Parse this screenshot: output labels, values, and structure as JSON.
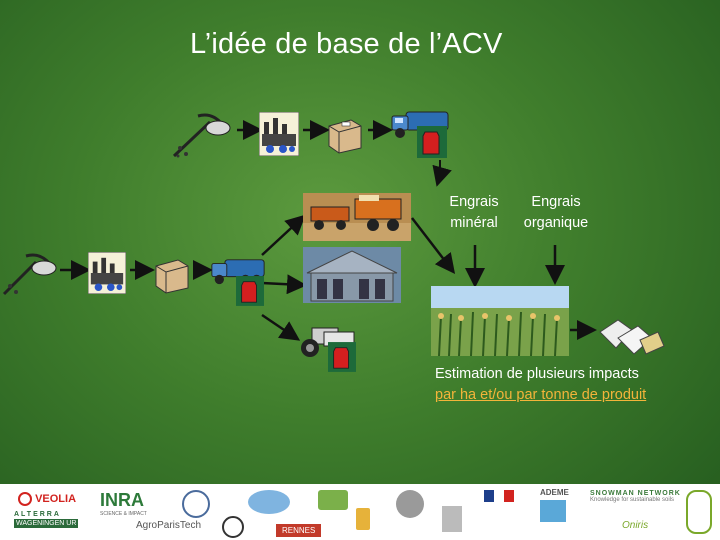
{
  "title": "L’idée de base de l’ACV",
  "labels": {
    "engrais_mineral": [
      "Engrais",
      "minéral"
    ],
    "engrais_organique": [
      "Engrais",
      "organique"
    ],
    "estimation": "Estimation de plusieurs impacts",
    "per_unit": "par ha et/ou par tonne de produit"
  },
  "logos": {
    "veolia": "VEOLIA",
    "inra": "INRA",
    "inra_sub": "SCIENCE & IMPACT",
    "alterra": "ALTERRA",
    "alterra_sub": "WAGENINGEN UR",
    "agroparistech": "AgroParisTech",
    "ademe": "ADEME",
    "snowman": "SNOWMAN NETWORK",
    "snowman_sub": "Knowledge for sustainable soils",
    "rennes": "RENNES",
    "oniris": "Oniris",
    "colors": {
      "accent": "#f3b43a",
      "green_bg": "#3f7d2c"
    }
  }
}
